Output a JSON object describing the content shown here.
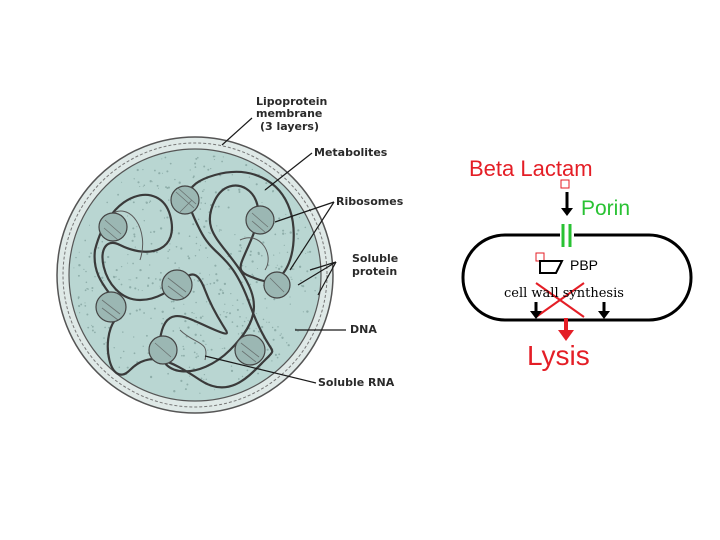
{
  "cell_diagram": {
    "labels": {
      "lipoprotein_line1": "Lipoprotein",
      "lipoprotein_line2": "membrane",
      "lipoprotein_line3": "(3 layers)",
      "metabolites": "Metabolites",
      "ribosomes": "Ribosomes",
      "soluble_protein_line1": "Soluble",
      "soluble_protein_line2": "protein",
      "dna": "DNA",
      "soluble_rna": "Soluble RNA"
    },
    "colors": {
      "cytoplasm": "#b9d6d2",
      "membrane": "#4a4a4a"
    }
  },
  "mechanism": {
    "beta_lactam": "Beta Lactam",
    "porin": "Porin",
    "pbp": "PBP",
    "cell_wall_synthesis": "cell wall synthesis",
    "lysis": "Lysis",
    "colors": {
      "red": "#e41e26",
      "green": "#29c233",
      "black": "#000000"
    }
  }
}
